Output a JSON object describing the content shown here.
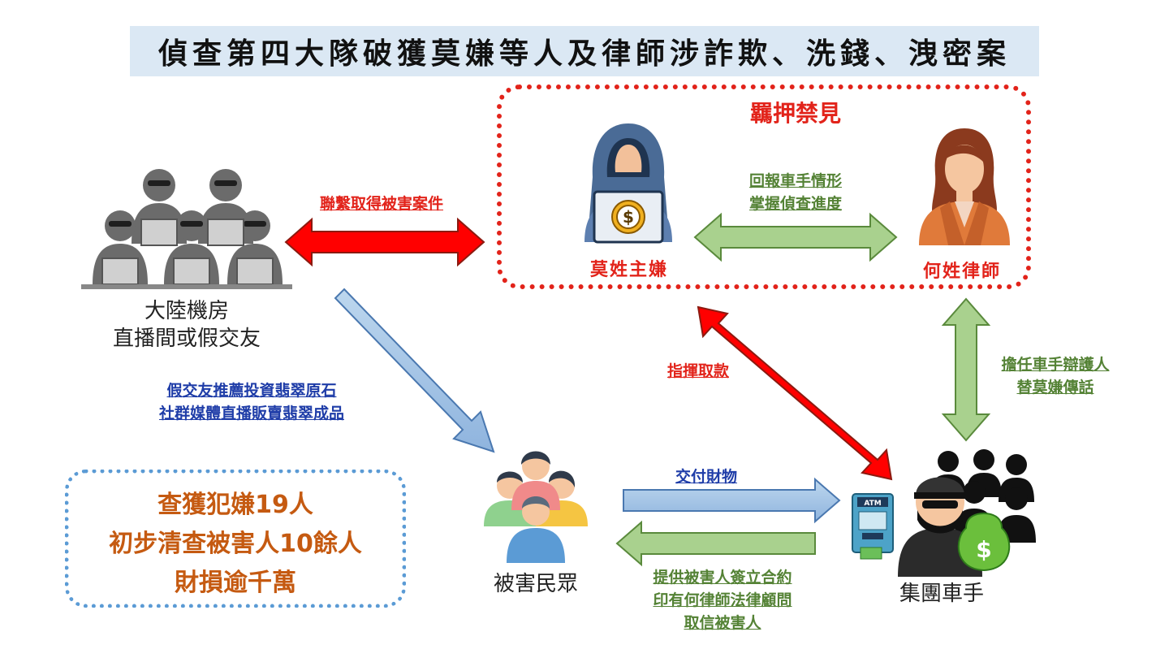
{
  "title": "偵查第四大隊破獲莫嫌等人及律師涉詐欺、洗錢、洩密案",
  "detention": {
    "label": "羈押禁見"
  },
  "nodes": {
    "suspect": "莫姓主嫌",
    "lawyer": "何姓律師",
    "call_center_line1": "大陸機房",
    "call_center_line2": "直播間或假交友",
    "victims": "被害民眾",
    "couriers": "集團車手"
  },
  "links": {
    "contact": "聯繫取得被害案件",
    "report_line1": "回報車手情形",
    "report_line2": "掌握偵查進度",
    "command": "指揮取款",
    "defend_line1": "擔任車手辯護人",
    "defend_line2": "替莫嫌傳話",
    "lure_line1": "假交友推薦投資翡翠原石",
    "lure_line2": "社群媒體直播販賣翡翠成品",
    "deliver": "交付財物",
    "contract_line1": "提供被害人簽立合約",
    "contract_line2": "印有何律師法律顧問",
    "contract_line3": "取信被害人"
  },
  "summary": {
    "line1": "查獲犯嫌19人",
    "line2": "初步清查被害人10餘人",
    "line3": "財損逾千萬"
  },
  "icons": {
    "atm_text": "ATM",
    "money_symbol": "$"
  },
  "colors": {
    "red": "#e2231a",
    "green_arrow": "#a9d18e",
    "blue_arrow": "#9dc3e6",
    "summary_text": "#c55a11",
    "title_bg": "#dbe8f4"
  }
}
